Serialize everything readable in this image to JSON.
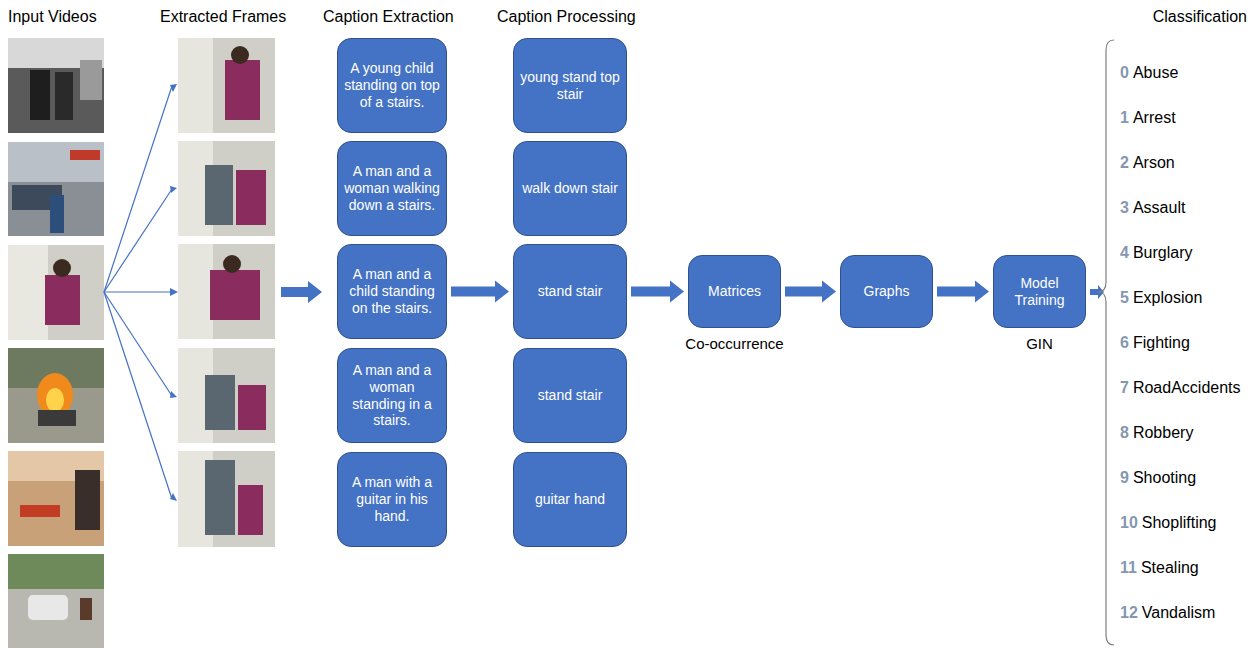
{
  "diagram": {
    "nodes": [
      {
        "text": [
          "A young child standing on top of a stairs."
        ]
      },
      {
        "text": [
          "A man and a woman walking down a stairs."
        ]
      },
      {
        "text": [
          "A man and a child standing on the stairs."
        ]
      },
      {
        "text": [
          "A man and a woman standing in a stairs."
        ]
      },
      {
        "text": [
          "A man with a guitar in his hand."
        ]
      },
      {
        "text": [
          "young stand top stair"
        ]
      },
      {
        "text": [
          "walk down stair"
        ]
      },
      {
        "text": [
          "stand stair"
        ]
      },
      {
        "text": [
          "stand stair"
        ]
      },
      {
        "text": [
          "guitar hand"
        ]
      },
      {
        "text": [
          "Matrices",
          "Co-occurrence"
        ]
      },
      {
        "text": [
          "Graphs"
        ]
      },
      {
        "text": [
          "Model Training",
          "GIN"
        ]
      }
    ],
    "edges": [
      {
        "from": 2,
        "to": 7,
        "arrow": "to"
      },
      {
        "from": 7,
        "to": 10,
        "arrow": "to"
      },
      {
        "from": 10,
        "to": 11,
        "arrow": "to"
      },
      {
        "from": 11,
        "to": 12,
        "arrow": "to"
      }
    ],
    "labels": [
      "Input Videos",
      "Extracted Frames",
      "Caption Extraction",
      "Caption Processing",
      "Classification",
      "0",
      "Abuse",
      "1",
      "Arrest",
      "2",
      "Arson",
      "3",
      "Assault",
      "4",
      "Burglary",
      "5",
      "Explosion",
      "6",
      "Fighting",
      "7",
      "RoadAccidents",
      "8",
      "Robbery",
      "9",
      "Shooting",
      "10",
      "Shoplifting",
      "11",
      "Stealing",
      "12",
      "Vandalism"
    ]
  }
}
